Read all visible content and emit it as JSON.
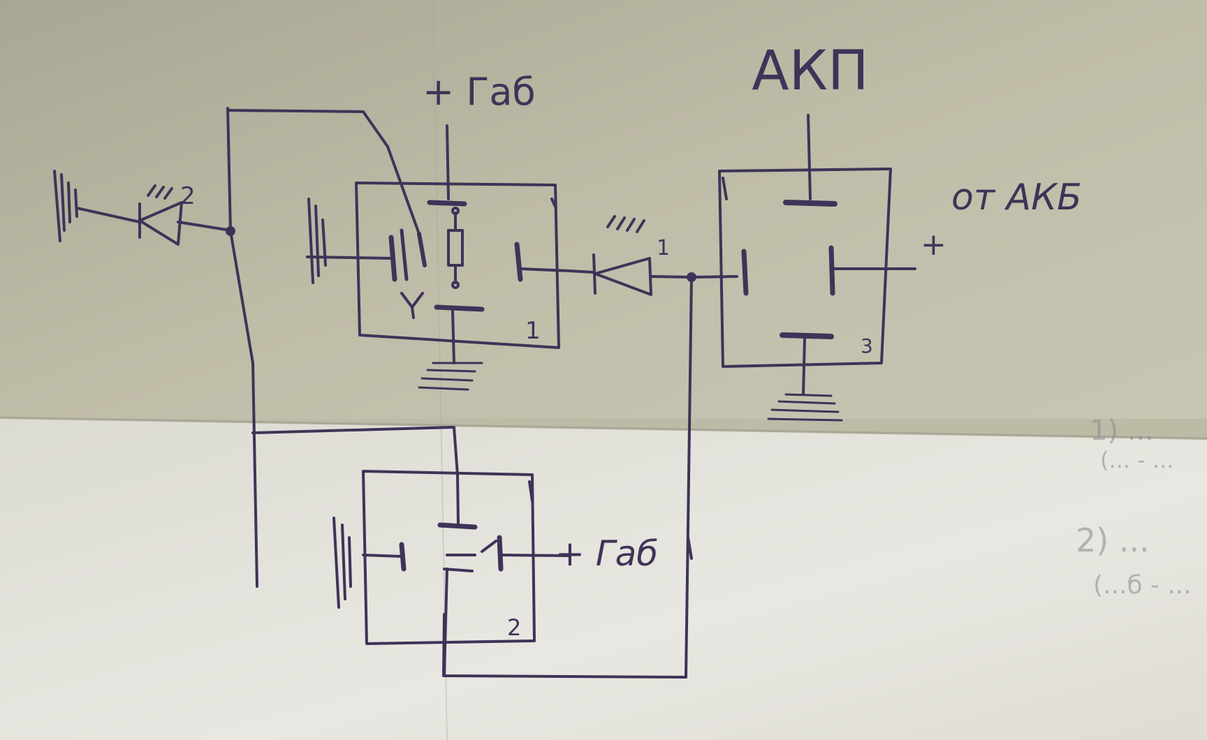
{
  "labels": {
    "gad_top": "+ Габ",
    "akp": "АКП",
    "from_akb": "от АКБ",
    "plus_right": "+",
    "gad_bottom": "+ Габ",
    "plus_bottom": "+",
    "relay1_num": "1",
    "relay2_num": "2",
    "relay3_num": "3",
    "diode1_num": "1",
    "diode2_num": "2"
  },
  "notes": {
    "note1": "1) ...",
    "note1_sub": "(... - ...",
    "note2": "2) ...",
    "note2_sub": "(...б - ..."
  },
  "colors": {
    "ink": "#3f3358",
    "paper_top": "#b9b6a2",
    "paper_bottom": "#e4e3dc"
  }
}
